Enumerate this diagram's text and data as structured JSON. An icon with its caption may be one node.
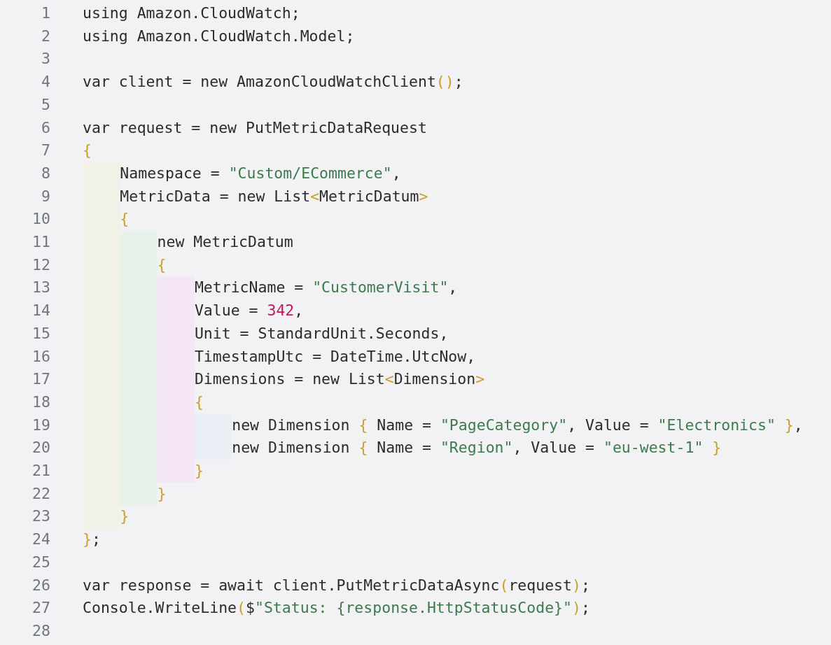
{
  "diagram": {
    "labels": [
      "1",
      "using Amazon.CloudWatch;",
      "2",
      "using Amazon.CloudWatch.Model;",
      "3",
      "4",
      "var client = new AmazonCloudWatchClient();",
      "5",
      "6",
      "var request = new PutMetricDataRequest",
      "7",
      "{",
      "8",
      "Namespace = \"Custom/ECommerce\",",
      "9",
      "MetricData = new List<MetricDatum>",
      "10",
      "{",
      "11",
      "new MetricDatum",
      "12",
      "{",
      "13",
      "MetricName = \"CustomerVisit\",",
      "14",
      "Value = 342,",
      "15",
      "Unit = StandardUnit.Seconds,",
      "16",
      "TimestampUtc = DateTime.UtcNow,",
      "17",
      "Dimensions = new List<Dimension>",
      "18",
      "{",
      "19",
      "new Dimension { Name = \"PageCategory\", Value = \"Electronics\" },",
      "20",
      "new Dimension { Name = \"Region\", Value = \"eu-west-1\" }",
      "21",
      "}",
      "22",
      "}",
      "23",
      "}",
      "24",
      "};",
      "25",
      "26",
      "var response = await client.PutMetricDataAsync(request);",
      "27",
      "Console.WriteLine($\"Status: {response.HttpStatusCode}\");",
      "28"
    ]
  }
}
